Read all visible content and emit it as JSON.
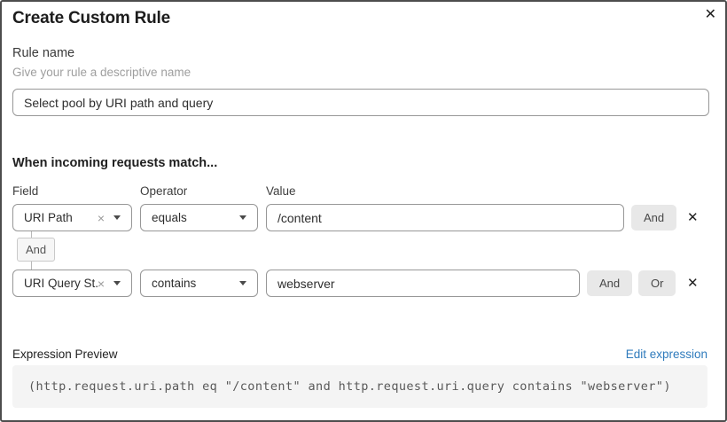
{
  "dialog": {
    "title": "Create Custom Rule"
  },
  "icons": {
    "close": "✕",
    "clear": "×",
    "delete": "✕"
  },
  "rule_name": {
    "label": "Rule name",
    "help": "Give your rule a descriptive name",
    "value": "Select pool by URI path and query"
  },
  "match_section": {
    "heading": "When incoming requests match...",
    "columns": {
      "field": "Field",
      "operator": "Operator",
      "value": "Value"
    },
    "connector_label": "And",
    "rows": [
      {
        "field": "URI Path",
        "operator": "equals",
        "value": "/content",
        "buttons": [
          "And"
        ]
      },
      {
        "field": "URI Query St...",
        "operator": "contains",
        "value": "webserver",
        "buttons": [
          "And",
          "Or"
        ]
      }
    ]
  },
  "expression": {
    "label": "Expression Preview",
    "edit_link": "Edit expression",
    "code": "(http.request.uri.path eq \"/content\" and http.request.uri.query contains \"webserver\")"
  },
  "colors": {
    "link_blue": "#2f7bbc",
    "logic_button_bg": "#e8e8e8",
    "code_box_bg": "#f4f4f4",
    "dialog_border": "#4d4d4d"
  }
}
